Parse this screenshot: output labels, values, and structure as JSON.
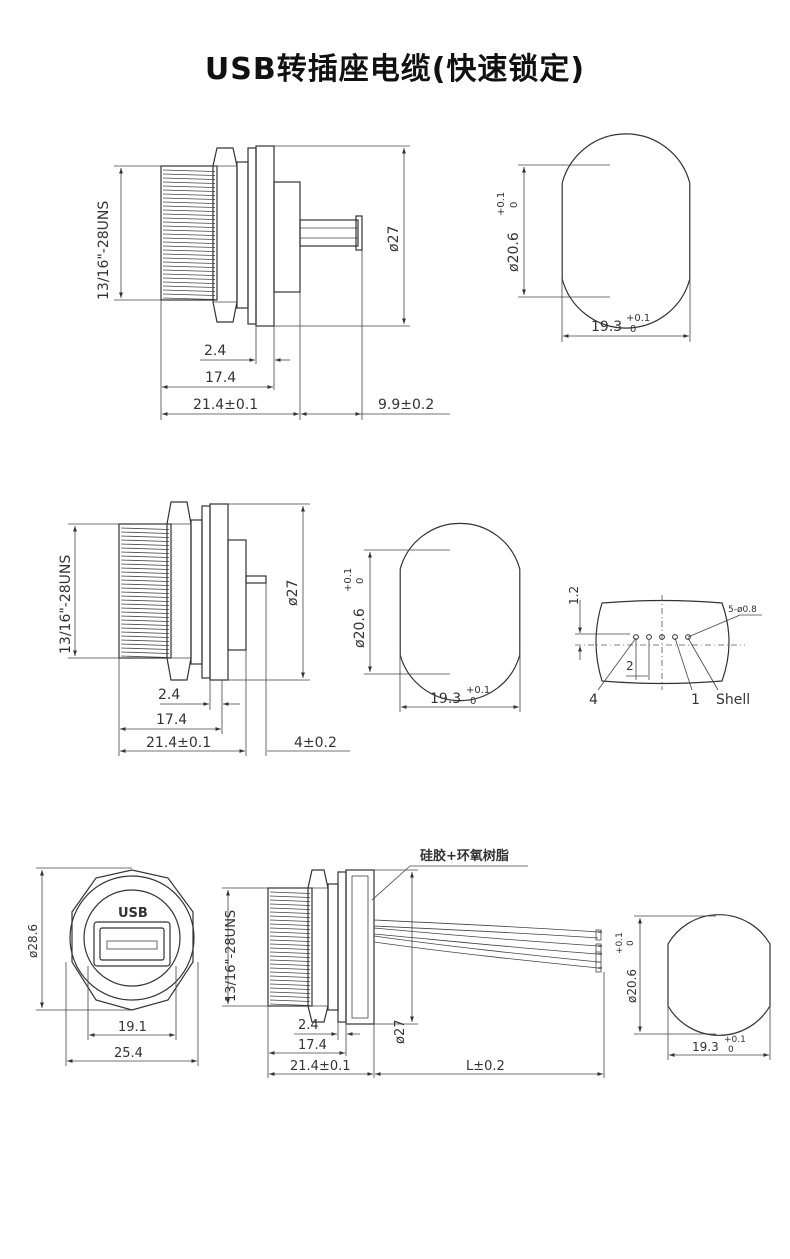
{
  "title": "USB转插座电缆(快速锁定)",
  "colors": {
    "line": "#333333",
    "text": "#333333",
    "title": "#111111"
  },
  "drawing1": {
    "thread": "13/16\"-28UNS",
    "d_flange": "ø27",
    "dim_a": "2.4",
    "dim_b": "17.4",
    "dim_c": "21.4±0.1",
    "dim_d": "9.9±0.2",
    "cut_d": "ø20.6",
    "cut_w": "19.3",
    "tol_up": "+0.1",
    "tol_low": "0"
  },
  "drawing2": {
    "thread": "13/16\"-28UNS",
    "d_flange": "ø27",
    "dim_a": "2.4",
    "dim_b": "17.4",
    "dim_c": "21.4±0.1",
    "dim_d": "4±0.2",
    "cut_d": "ø20.6",
    "cut_w": "19.3",
    "tol_up": "+0.1",
    "tol_low": "0"
  },
  "pinout": {
    "dim_h": "1.2",
    "dim_pitch": "2",
    "pin_dia": "5-ø0.8",
    "pin_4": "4",
    "pin_1": "1",
    "shell": "Shell"
  },
  "drawing3": {
    "outer_d": "ø28.6",
    "usb_label": "USB",
    "width_a": "19.1",
    "width_b": "25.4",
    "material": "硅胶+环氧树脂",
    "thread": "13/16\"-28UNS",
    "d_flange": "ø27",
    "dim_a": "2.4",
    "dim_b": "17.4",
    "dim_c": "21.4±0.1",
    "dim_l": "L±0.2",
    "cut_d": "ø20.6",
    "cut_w": "19.3",
    "tol_up": "+0.1",
    "tol_low": "0"
  }
}
